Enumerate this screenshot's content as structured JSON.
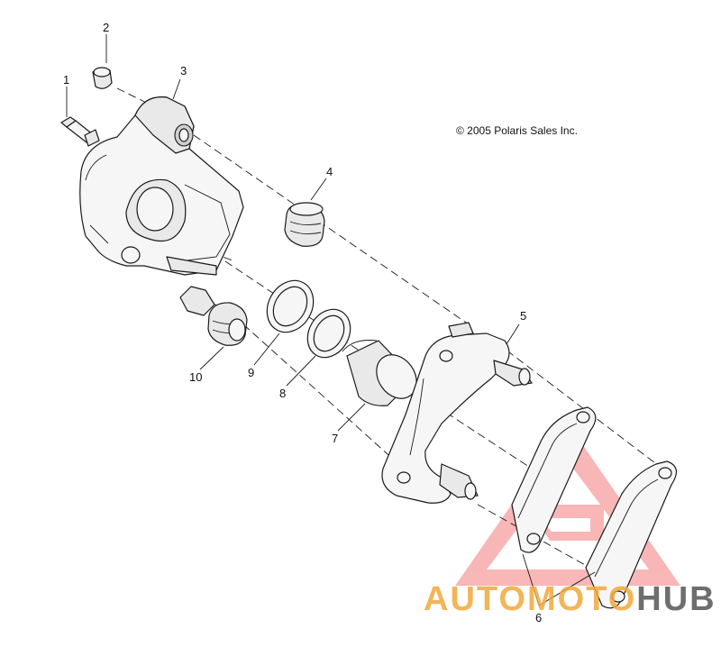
{
  "copyright": "© 2005 Polaris Sales Inc.",
  "callouts": [
    "1",
    "2",
    "3",
    "4",
    "5",
    "6",
    "7",
    "8",
    "9",
    "10"
  ],
  "watermark": {
    "word_accent": "AUTOMOTO",
    "word_dark": "HUB",
    "accent_color": "#f2a93b",
    "dark_color": "#555555",
    "logo_color": "#f47b7b"
  }
}
